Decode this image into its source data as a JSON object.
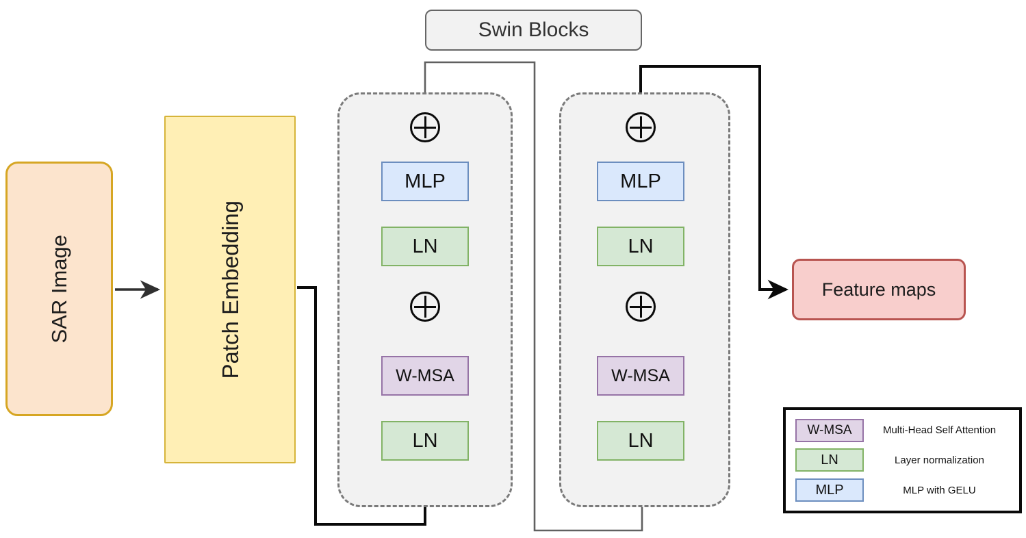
{
  "diagram": {
    "title": "Swin Blocks",
    "pipeline": {
      "input_label": "SAR Image",
      "embedding_label": "Patch Embedding",
      "output_label": "Feature maps"
    },
    "blocks": [
      {
        "name": "swin-block-1",
        "ops": {
          "norm1": "LN",
          "attention": "W-MSA",
          "norm2": "LN",
          "mlp": "MLP"
        }
      },
      {
        "name": "swin-block-2",
        "ops": {
          "norm1": "LN",
          "attention": "W-MSA",
          "norm2": "LN",
          "mlp": "MLP"
        }
      }
    ],
    "legend": {
      "rows": [
        {
          "swatch": "W-MSA",
          "description": "Multi-Head Self Attention"
        },
        {
          "swatch": "LN",
          "description": "Layer normalization"
        },
        {
          "swatch": "MLP",
          "description": "MLP with GELU"
        }
      ]
    },
    "colors": {
      "sar_image_fill": "#fce4cd",
      "sar_image_stroke": "#d6a623",
      "patch_embedding_fill": "#ffefb5",
      "patch_embedding_stroke": "#d6b43a",
      "feature_maps_fill": "#f8cecc",
      "feature_maps_stroke": "#b85450",
      "mlp_fill": "#dae8fc",
      "mlp_stroke": "#6c8ebf",
      "ln_fill": "#d5e8d4",
      "ln_stroke": "#82b366",
      "wmsa_fill": "#e1d5e7",
      "wmsa_stroke": "#9673a6",
      "block_fill": "#f2f2f2",
      "block_stroke": "#7a7a7a",
      "wire": "#404040",
      "wire_bold": "#0a0a0a"
    }
  }
}
